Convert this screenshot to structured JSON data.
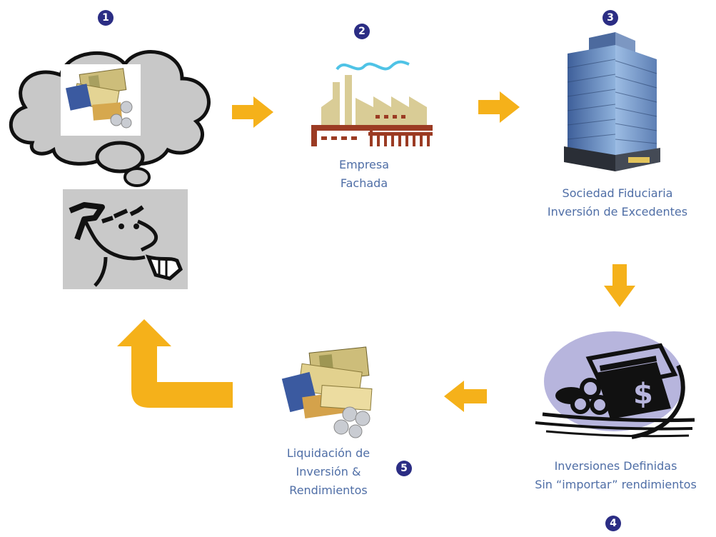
{
  "steps": {
    "1": {
      "badge": "1"
    },
    "2": {
      "badge": "2",
      "label_line1": "Empresa",
      "label_line2": "Fachada"
    },
    "3": {
      "badge": "3",
      "label_line1": "Sociedad Fiduciaria",
      "label_line2": "Inversión de Excedentes"
    },
    "4": {
      "badge": "4",
      "label_line1": "Inversiones Definidas",
      "label_line2": "Sin “importar” rendimientos"
    },
    "5": {
      "badge": "5",
      "label_line1": "Liquidación de",
      "label_line2": "Inversión &",
      "label_line3": "Rendimientos"
    }
  },
  "colors": {
    "badge": "#2b2d84",
    "label": "#4f6ea6",
    "arrow": "#f5b11a",
    "factory": "#d9cc96",
    "factory_brick": "#9b3b23",
    "smoke": "#4fc3e6",
    "cloud_fill": "#c8c8c8",
    "disc": "#b7b5dd"
  },
  "icons": [
    "thought-cloud-icon",
    "money-icon",
    "thinking-man-icon",
    "factory-icon",
    "office-building-icon",
    "investment-disc-icon",
    "cash-pile-icon",
    "arrow-icon",
    "return-arrow-icon"
  ]
}
